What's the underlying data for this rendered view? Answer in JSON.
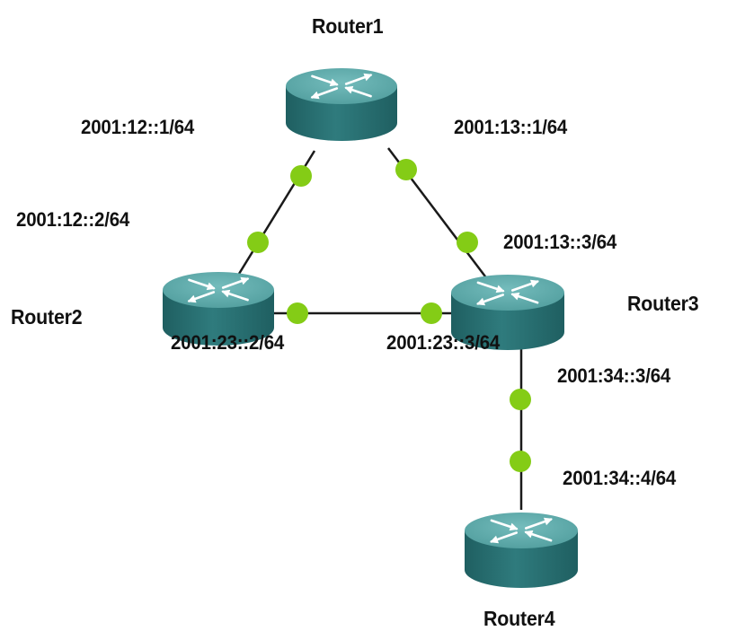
{
  "colors": {
    "router_top": "#4f9c9c",
    "router_top_light": "#74bcbc",
    "router_side": "#2f7b7d",
    "router_side_dark": "#1f5f61",
    "interface_dot": "#84cc16",
    "link": "#1a1a1a",
    "arrow": "#ffffff"
  },
  "icons": {
    "router": "router-icon",
    "interface": "interface-dot-icon"
  },
  "routers": {
    "r1": {
      "name": "Router1"
    },
    "r2": {
      "name": "Router2"
    },
    "r3": {
      "name": "Router3"
    },
    "r4": {
      "name": "Router4"
    }
  },
  "links": [
    {
      "id": "r1-r2",
      "from": "Router1",
      "to": "Router2",
      "addr_a": "2001:12::1/64",
      "addr_b": "2001:12::2/64"
    },
    {
      "id": "r1-r3",
      "from": "Router1",
      "to": "Router3",
      "addr_a": "2001:13::1/64",
      "addr_b": "2001:13::3/64"
    },
    {
      "id": "r2-r3",
      "from": "Router2",
      "to": "Router3",
      "addr_a": "2001:23::2/64",
      "addr_b": "2001:23::3/64"
    },
    {
      "id": "r3-r4",
      "from": "Router3",
      "to": "Router4",
      "addr_a": "2001:34::3/64",
      "addr_b": "2001:34::4/64"
    }
  ]
}
